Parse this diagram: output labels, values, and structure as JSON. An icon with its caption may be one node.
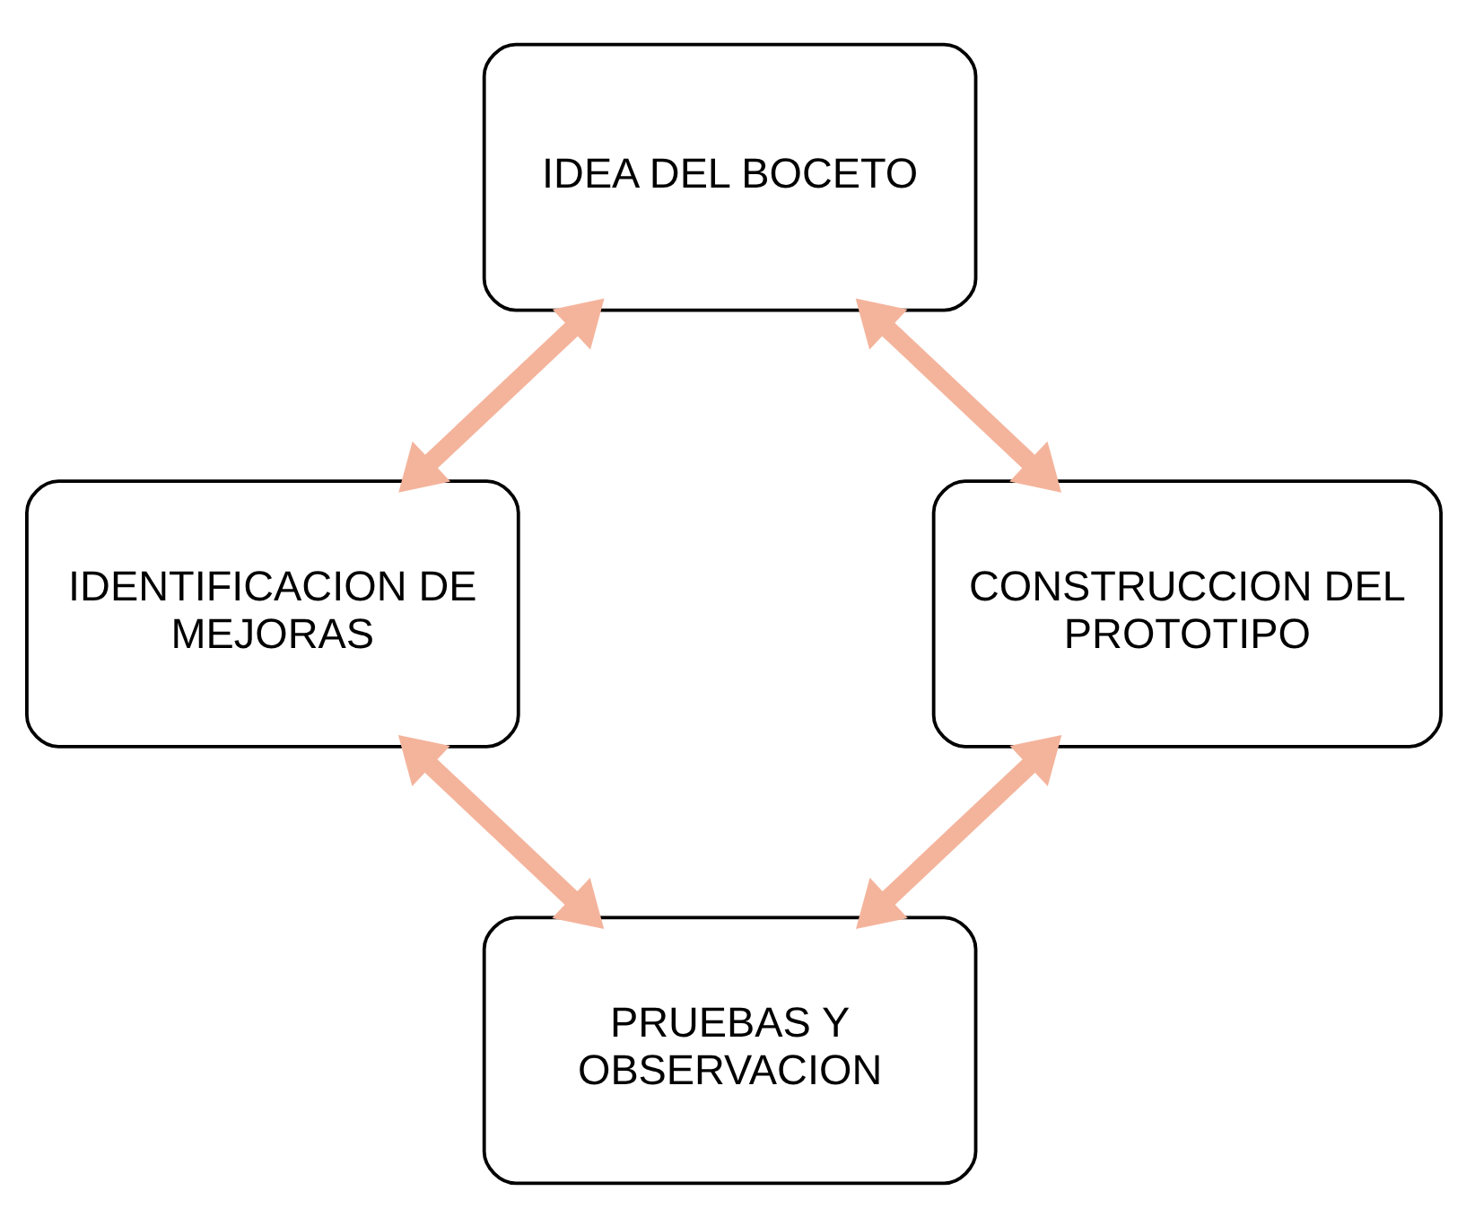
{
  "diagram": {
    "nodes": [
      {
        "text": [
          "IDEA DEL BOCETO"
        ]
      },
      {
        "text": [
          "IDENTIFICACION DE MEJORAS"
        ]
      },
      {
        "text": [
          "CONSTRUCCION DEL PROTOTIPO"
        ]
      },
      {
        "text": [
          "PRUEBAS Y OBSERVACION"
        ]
      }
    ],
    "edges": [
      {
        "from": 0,
        "to": 1,
        "arrow": "both"
      },
      {
        "from": 0,
        "to": 2,
        "arrow": "both"
      },
      {
        "from": 1,
        "to": 3,
        "arrow": "both"
      },
      {
        "from": 2,
        "to": 3,
        "arrow": "both"
      }
    ]
  }
}
